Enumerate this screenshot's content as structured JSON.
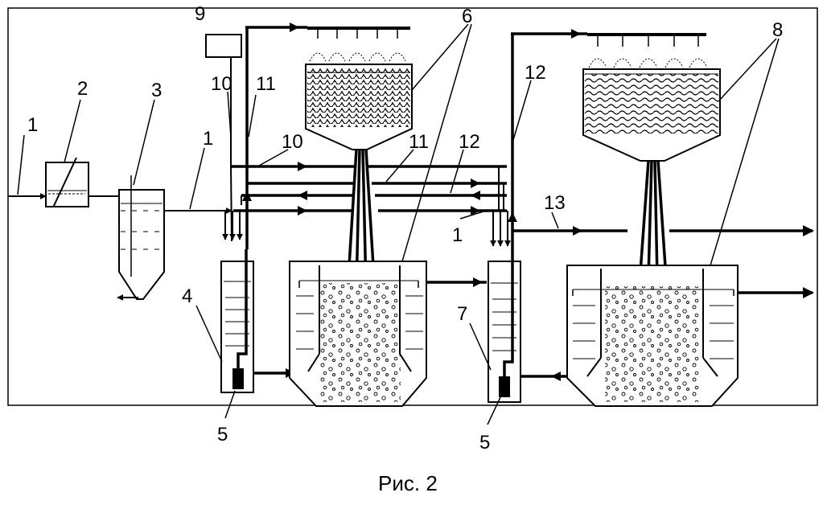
{
  "caption": "Рис. 2",
  "labels": {
    "l1a": "1",
    "l1b": "1",
    "l1c": "1",
    "l2": "2",
    "l3": "3",
    "l4": "4",
    "l5a": "5",
    "l5b": "5",
    "l6": "6",
    "l7": "7",
    "l8": "8",
    "l9": "9",
    "l10a": "10",
    "l10b": "10",
    "l11a": "11",
    "l11b": "11",
    "l12a": "12",
    "l12b": "12",
    "l13": "13"
  }
}
